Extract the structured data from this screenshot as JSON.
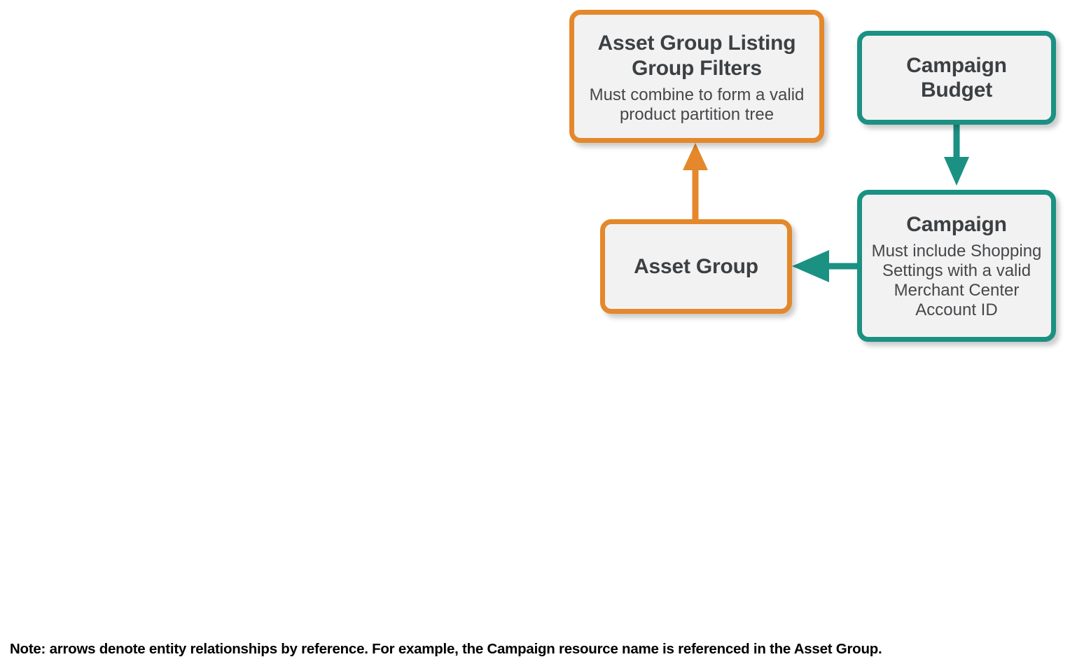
{
  "diagram": {
    "colors": {
      "orange": "#E4882B",
      "teal": "#1B9183",
      "node_fill": "#F2F2F2",
      "title_text": "#3C4043",
      "desc_text": "#45474A",
      "note_text": "#000000",
      "background": "#FFFFFF"
    },
    "nodes": [
      {
        "id": "asset-group-listing-group-filters",
        "title": "Asset Group Listing Group Filters",
        "description": "Must combine to form a valid product partition tree",
        "accent": "orange"
      },
      {
        "id": "campaign-budget",
        "title": "Campaign Budget",
        "description": "",
        "accent": "teal"
      },
      {
        "id": "asset-group",
        "title": "Asset Group",
        "description": "",
        "accent": "orange"
      },
      {
        "id": "campaign",
        "title": "Campaign",
        "description": "Must include Shopping Settings with a valid Merchant Center Account ID",
        "accent": "teal"
      }
    ],
    "edges": [
      {
        "id": "asset-group-to-filters",
        "from": "asset-group",
        "to": "asset-group-listing-group-filters",
        "direction": "up",
        "color": "orange"
      },
      {
        "id": "campaign-budget-to-campaign",
        "from": "campaign-budget",
        "to": "campaign",
        "direction": "down",
        "color": "teal"
      },
      {
        "id": "campaign-to-asset-group",
        "from": "campaign",
        "to": "asset-group",
        "direction": "left",
        "color": "teal"
      }
    ],
    "note": "Note: arrows denote entity relationships by reference. For example, the Campaign resource name is referenced in the Asset Group."
  }
}
